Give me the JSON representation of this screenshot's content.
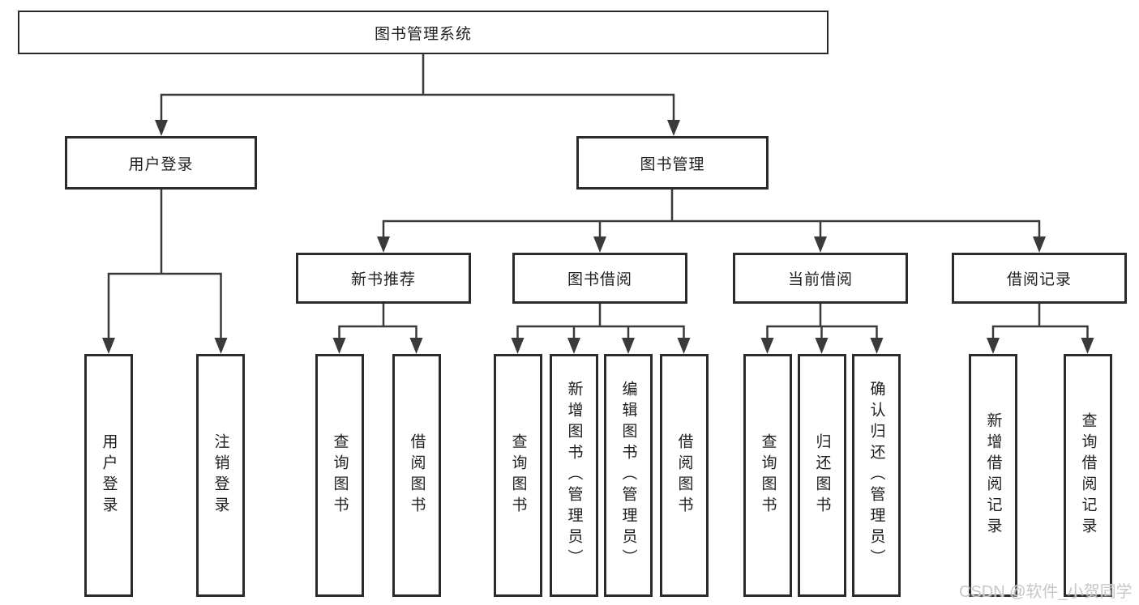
{
  "diagram": {
    "type": "hierarchy-diagram",
    "tree": {
      "root": {
        "label": "图书管理系统"
      },
      "children": [
        {
          "label": "用户登录",
          "children": [
            {
              "label": "用户登录"
            },
            {
              "label": "注销登录"
            }
          ]
        },
        {
          "label": "图书管理",
          "children": [
            {
              "label": "新书推荐",
              "children": [
                {
                  "label": "查询图书"
                },
                {
                  "label": "借阅图书"
                }
              ]
            },
            {
              "label": "图书借阅",
              "children": [
                {
                  "label": "查询图书"
                },
                {
                  "label": "新增图书（管理员）"
                },
                {
                  "label": "编辑图书（管理员）"
                },
                {
                  "label": "借阅图书"
                }
              ]
            },
            {
              "label": "当前借阅",
              "children": [
                {
                  "label": "查询图书"
                },
                {
                  "label": "归还图书"
                },
                {
                  "label": "确认归还（管理员）"
                }
              ]
            },
            {
              "label": "借阅记录",
              "children": [
                {
                  "label": "新增借阅记录"
                },
                {
                  "label": "查询借阅记录"
                }
              ]
            }
          ]
        }
      ]
    }
  },
  "watermark": {
    "text": "CSDN @软件_小贺同学"
  },
  "colors": {
    "line-color": "#3a3a3a",
    "border-color": "#2b2b2b",
    "text-color": "#1f1f1f",
    "bg-color": "#ffffff",
    "watermark-color": "#c7c7c7"
  }
}
